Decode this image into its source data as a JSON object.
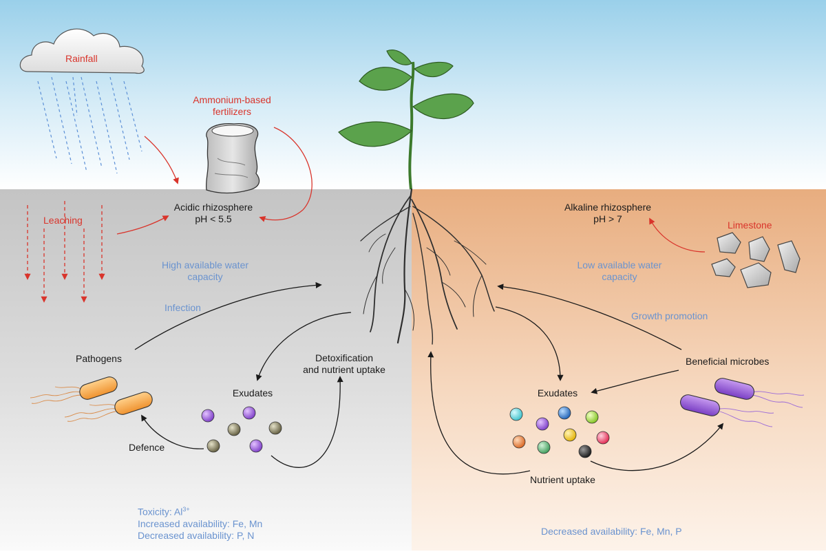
{
  "labels": {
    "rainfall": "Rainfall",
    "fertilizers_line1": "Ammonium-based",
    "fertilizers_line2": "fertilizers",
    "leaching": "Leaching",
    "acidic_line1": "Acidic rhizosphere",
    "acidic_line2": "pH < 5.5",
    "alkaline_line1": "Alkaline rhizosphere",
    "alkaline_line2": "pH > 7",
    "limestone": "Limestone",
    "high_water_line1": "High available water",
    "high_water_line2": "capacity",
    "low_water_line1": "Low available water",
    "low_water_line2": "capacity",
    "infection": "Infection",
    "growth_promotion": "Growth promotion",
    "pathogens": "Pathogens",
    "beneficial_microbes": "Beneficial microbes",
    "detox_line1": "Detoxification",
    "detox_line2": "and nutrient uptake",
    "exudates_left": "Exudates",
    "exudates_right": "Exudates",
    "defence": "Defence",
    "nutrient_uptake": "Nutrient uptake",
    "toxicity_prefix": "Toxicity: Al",
    "toxicity_sup": "3+",
    "increased_availability": "Increased availability: Fe, Mn",
    "decreased_availability_left": "Decreased availability: P, N",
    "decreased_availability_right": "Decreased availability: Fe, Mn, P"
  },
  "colors": {
    "label_red": "#d9342b",
    "label_blue": "#6a93cf",
    "sky_top": "#9ad0ea",
    "acidic_soil": "#c9c9c9",
    "alkaline_soil": "#e9b083",
    "leaf": "#5ba24c",
    "pathogen": "#f2a03a",
    "beneficial_microbe": "#8a4fd0"
  }
}
